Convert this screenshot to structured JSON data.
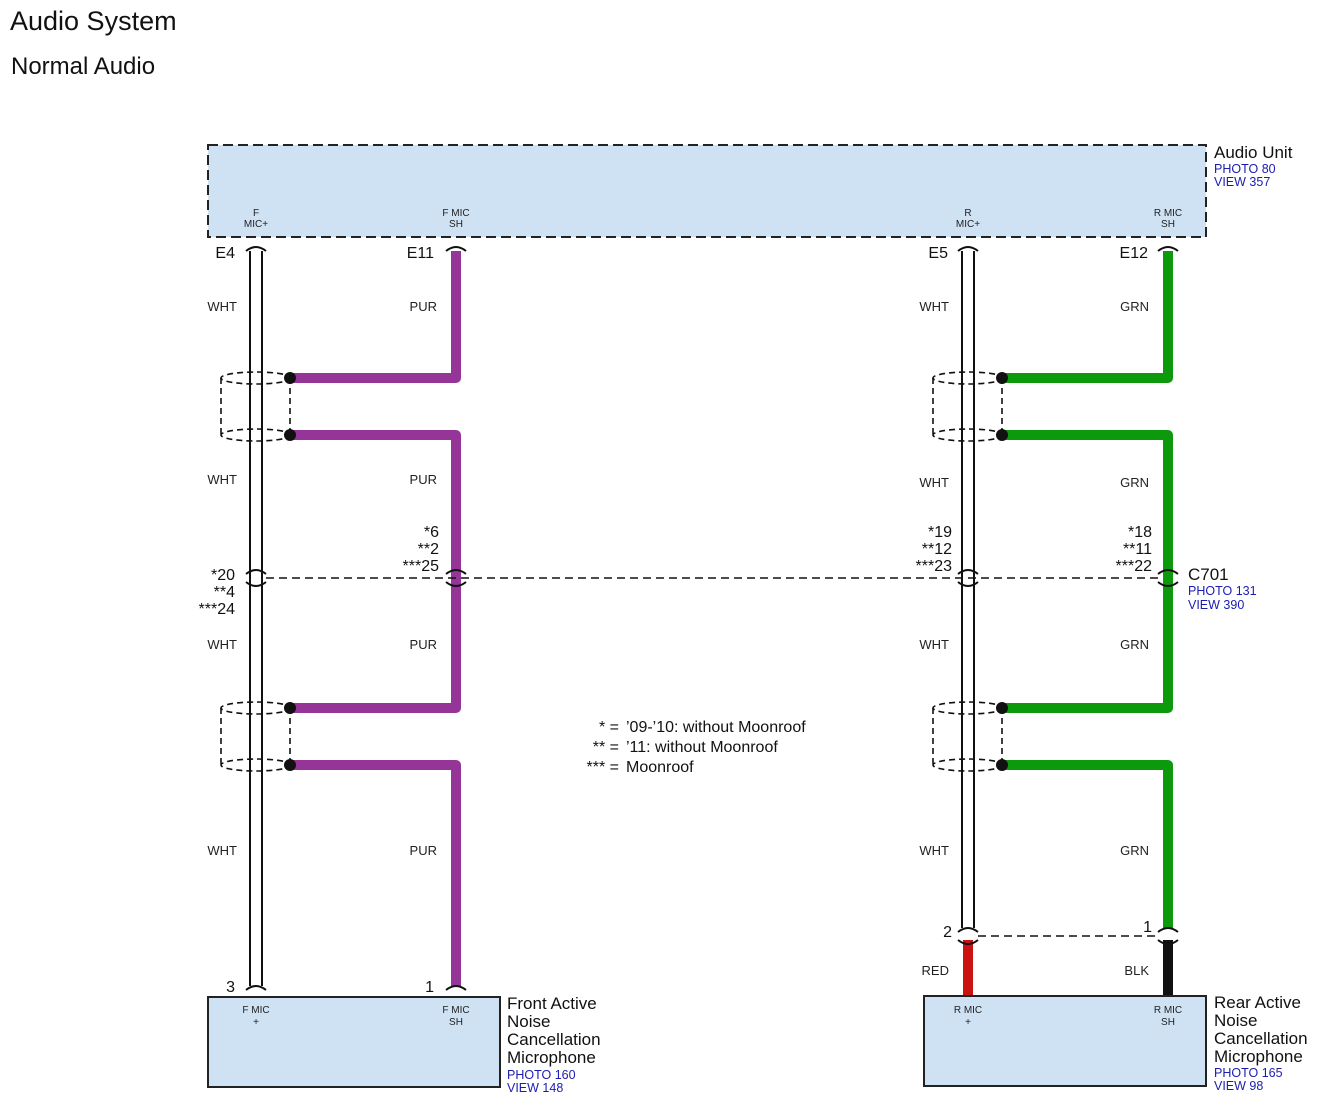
{
  "page": {
    "title": "Audio System",
    "subtitle": "Normal Audio"
  },
  "audio_unit": {
    "name": "Audio Unit",
    "photo": "PHOTO 80",
    "view": "VIEW 357",
    "terminals": [
      {
        "line1": "F",
        "line2": "MIC+"
      },
      {
        "line1": "F MIC",
        "line2": "SH"
      },
      {
        "line1": "R",
        "line2": "MIC+"
      },
      {
        "line1": "R MIC",
        "line2": "SH"
      }
    ],
    "pins": [
      "E4",
      "E11",
      "E5",
      "E12"
    ]
  },
  "connector_c701": {
    "name": "C701",
    "photo": "PHOTO 131",
    "view": "VIEW 390",
    "pins": [
      [
        "*20",
        "**4",
        "***24"
      ],
      [
        "*6",
        "**2",
        "***25"
      ],
      [
        "*19",
        "**12",
        "***23"
      ],
      [
        "*18",
        "**11",
        "***22"
      ]
    ]
  },
  "wires": {
    "col1": [
      "WHT",
      "WHT",
      "WHT",
      "WHT"
    ],
    "col2": [
      "PUR",
      "PUR",
      "PUR",
      "PUR"
    ],
    "col3": [
      "WHT",
      "WHT",
      "WHT",
      "WHT",
      "RED"
    ],
    "col4": [
      "GRN",
      "GRN",
      "GRN",
      "GRN",
      "BLK"
    ]
  },
  "legend": [
    {
      "mark": "* =",
      "text": "’09-’10: without Moonroof"
    },
    {
      "mark": "** =",
      "text": "’11: without Moonroof"
    },
    {
      "mark": "*** =",
      "text": "Moonroof"
    }
  ],
  "front_mic": {
    "name_lines": [
      "Front Active",
      "Noise",
      "Cancellation",
      "Microphone"
    ],
    "photo": "PHOTO 160",
    "view": "VIEW 148",
    "pins": [
      "3",
      "1"
    ],
    "terminals": [
      {
        "line1": "F MIC",
        "line2": "+"
      },
      {
        "line1": "F MIC",
        "line2": "SH"
      }
    ]
  },
  "rear_mic": {
    "name_lines": [
      "Rear Active",
      "Noise",
      "Cancellation",
      "Microphone"
    ],
    "photo": "PHOTO 165",
    "view": "VIEW 98",
    "pins": [
      "2",
      "1"
    ],
    "terminals": [
      {
        "line1": "R MIC",
        "line2": "+"
      },
      {
        "line1": "R MIC",
        "line2": "SH"
      }
    ]
  },
  "colors": {
    "box_fill": "#cfe2f4",
    "purple": "#943597",
    "green": "#0c9a0c",
    "red": "#cc1111",
    "black": "#111111",
    "ref_blue": "#1c1cb0"
  }
}
